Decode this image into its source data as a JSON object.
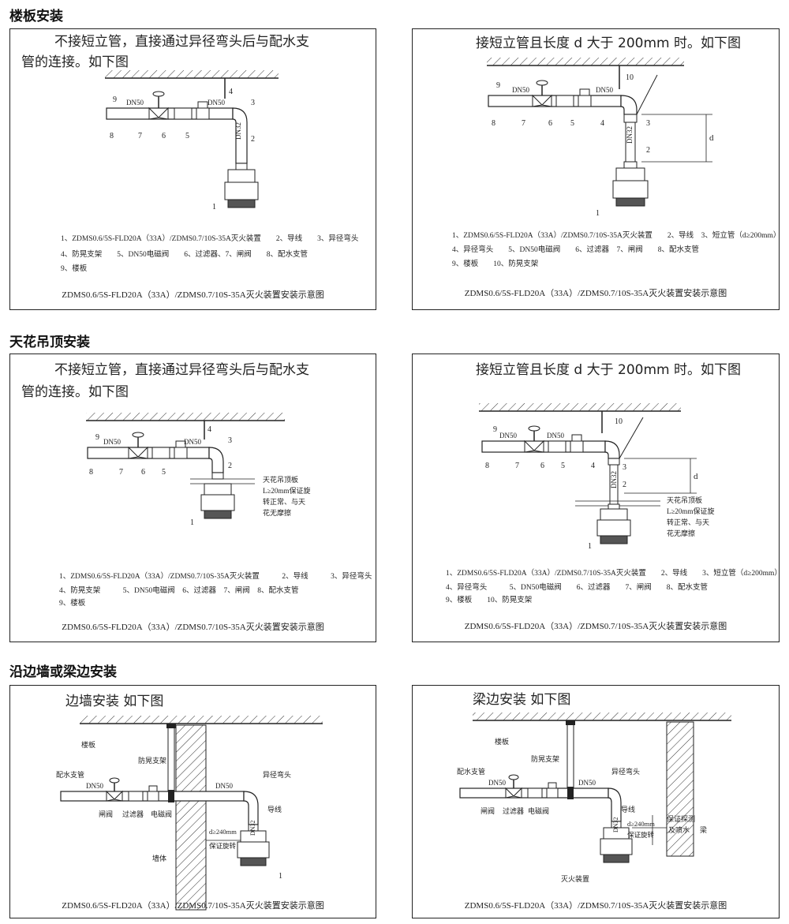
{
  "sections": [
    {
      "title": "楼板安装"
    },
    {
      "title": "天花吊顶安装"
    },
    {
      "title": "沿边墙或梁边安装"
    }
  ],
  "panels": [
    {
      "heading_lines": [
        "不接短立管，直接通过异径弯头后与配水支",
        "管的连接。如下图"
      ],
      "legend_lines": [
        "1、ZDMS0.6/5S-FLD20A（33A）/ZDMS0.7/10S-35A灭火装置　　2、导线　　3、异径弯头",
        "4、防晃支架　　5、DN50电磁阀　　6、过滤器、7、闸阀　　8、配水支管",
        "9、楼板"
      ],
      "caption": "ZDMS0.6/5S-FLD20A（33A）/ZDMS0.7/10S-35A灭火装置安装示意图",
      "labels": {
        "dn50": "DN50",
        "dn50b": "DN50",
        "dn32": "DN32",
        "n1": "1",
        "n2": "2",
        "n3": "3",
        "n4": "4",
        "n5": "5",
        "n6": "6",
        "n7": "7",
        "n8": "8",
        "n9": "9"
      }
    },
    {
      "heading_lines": [
        "接短立管且长度 d 大于 200mm 时。如下图"
      ],
      "legend_lines": [
        "1、ZDMS0.6/5S-FLD20A（33A）/ZDMS0.7/10S-35A灭火装置　　2、导线　3、短立管（d≥200mm）",
        "4、异径弯头　　5、DN50电磁阀　　6、过滤器　7、闸阀　　8、配水支管",
        "9、楼板　　10、防晃支架"
      ],
      "caption": "ZDMS0.6/5S-FLD20A（33A）/ZDMS0.7/10S-35A灭火装置安装示意图",
      "labels": {
        "dn50": "DN50",
        "dn50b": "DN50",
        "dn32": "DN32",
        "d": "d",
        "n1": "1",
        "n2": "2",
        "n3": "3",
        "n4": "4",
        "n5": "5",
        "n6": "6",
        "n7": "7",
        "n8": "8",
        "n9": "9",
        "n10": "10"
      }
    },
    {
      "heading_lines": [
        "不接短立管，直接通过异径弯头后与配水支",
        "管的连接。如下图"
      ],
      "legend_lines": [
        "1、ZDMS0.6/5S-FLD20A（33A）/ZDMS0.7/10S-35A灭火装置　　　2、导线　　　3、异径弯头",
        "4、防晃支架　　　5、DN50电磁阀　6、过滤器　7、闸阀　8、配水支管",
        "9、楼板"
      ],
      "caption": "ZDMS0.6/5S-FLD20A（33A）/ZDMS0.7/10S-35A灭火装置安装示意图",
      "labels": {
        "dn50": "DN50",
        "dn50b": "DN50",
        "n1": "1",
        "n2": "2",
        "n3": "3",
        "n4": "4",
        "n5": "5",
        "n6": "6",
        "n7": "7",
        "n8": "8",
        "n9": "9"
      },
      "ceiling_note": [
        "天花吊顶板",
        "L≥20mm保证旋",
        "转正常、与天",
        "花无摩擦"
      ]
    },
    {
      "heading_lines": [
        "接短立管且长度 d 大于 200mm 时。如下图"
      ],
      "legend_lines": [
        "1、ZDMS0.6/5S-FLD20A（33A）/ZDMS0.7/10S-35A灭火装置　　2、导线　　3、短立管（d≥200mm）",
        "4、异径弯头　　　5、DN50电磁阀　　6、过滤器　　7、闸阀　　8、配水支管",
        "9、楼板　　10、防晃支架"
      ],
      "caption": "ZDMS0.6/5S-FLD20A（33A）/ZDMS0.7/10S-35A灭火装置安装示意图",
      "labels": {
        "dn50": "DN50",
        "dn50b": "DN50",
        "dn32": "DN32",
        "d": "d",
        "n1": "1",
        "n2": "2",
        "n3": "3",
        "n4": "4",
        "n5": "5",
        "n6": "6",
        "n7": "7",
        "n8": "8",
        "n9": "9",
        "n10": "10"
      },
      "ceiling_note": [
        "天花吊顶板",
        "L≥20mm保证旋",
        "转正常、与天",
        "花无摩擦"
      ]
    },
    {
      "heading_lines": [
        "边墙安装  如下图"
      ],
      "caption": "ZDMS0.6/5S-FLD20A（33A）/ZDMS0.7/10S-35A灭火装置安装示意图",
      "labels": {
        "floor": "楼板",
        "brace": "防晃支架",
        "branch": "配水支管",
        "dn50": "DN50",
        "dn50b": "DN50",
        "reducer": "异径弯头",
        "wire": "导线",
        "dn32": "DN32",
        "gate": "闸阀",
        "filter": "过滤器",
        "solenoid": "电磁阀",
        "dist1": "d≥240mm",
        "dist2": "保证旋转",
        "wall": "墙体",
        "n1": "1"
      }
    },
    {
      "heading_lines": [
        "梁边安装  如下图"
      ],
      "caption": "ZDMS0.6/5S-FLD20A（33A）/ZDMS0.7/10S-35A灭火装置安装示意图",
      "labels": {
        "floor": "楼板",
        "brace": "防晃支架",
        "branch": "配水支管",
        "dn50": "DN50",
        "dn50b": "DN50",
        "reducer": "异径弯头",
        "wire": "导线",
        "dn32": "DN32",
        "gate": "闸阀",
        "filter": "过滤器",
        "solenoid": "电磁阀",
        "dist1": "d≥240mm",
        "dist2": "保证旋转",
        "side1": "保证探测",
        "side2": "及喷水",
        "beam": "梁",
        "device": "灭火装置"
      }
    }
  ]
}
